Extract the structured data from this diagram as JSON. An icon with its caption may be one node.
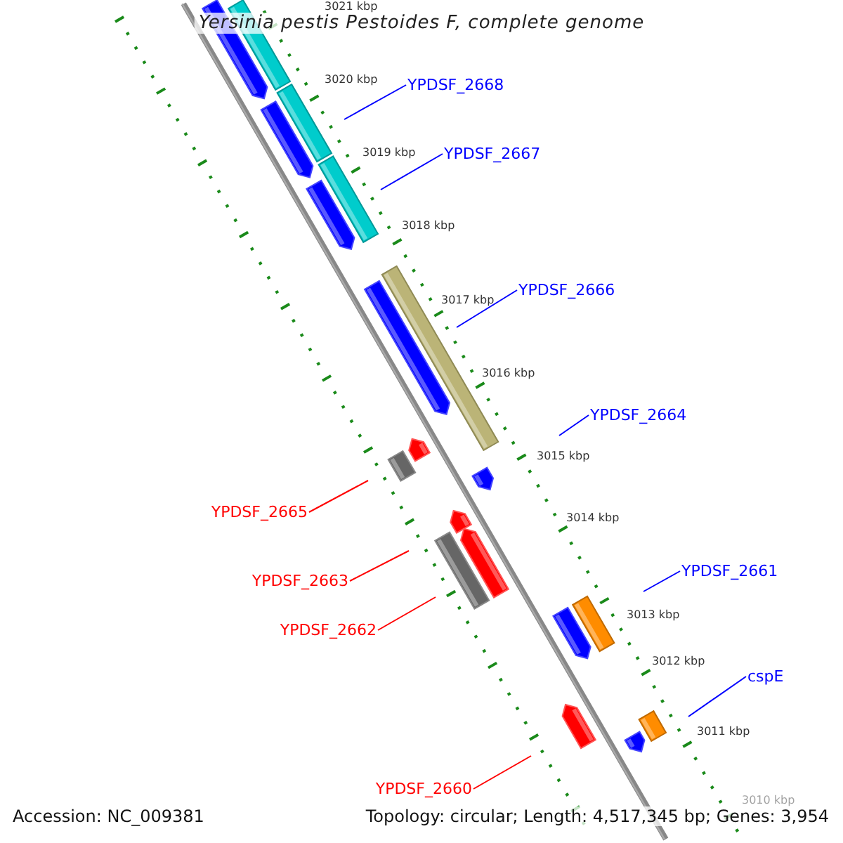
{
  "diagram": {
    "title": "Yersinia pestis Pestoides F, complete genome",
    "nodes": [
      {
        "text": [
          "YPDSF_2668"
        ]
      },
      {
        "text": [
          "YPDSF_2667"
        ]
      },
      {
        "text": [
          "YPDSF_2666"
        ]
      },
      {
        "text": [
          "YPDSF_2664"
        ]
      },
      {
        "text": [
          "YPDSF_2665"
        ]
      },
      {
        "text": [
          "YPDSF_2661"
        ]
      },
      {
        "text": [
          "YPDSF_2663"
        ]
      },
      {
        "text": [
          "YPDSF_2662"
        ]
      },
      {
        "text": [
          "cspE"
        ]
      },
      {
        "text": [
          "YPDSF_2660"
        ]
      }
    ],
    "edges": [
      {
        "from": 0,
        "to": null,
        "arrow": "none"
      },
      {
        "from": 1,
        "to": null,
        "arrow": "none"
      },
      {
        "from": 2,
        "to": null,
        "arrow": "none"
      },
      {
        "from": 3,
        "to": null,
        "arrow": "none"
      },
      {
        "from": 4,
        "to": null,
        "arrow": "none",
        "color": "#ff0000"
      },
      {
        "from": 5,
        "to": null,
        "arrow": "none"
      },
      {
        "from": 6,
        "to": null,
        "arrow": "none",
        "color": "#ff0000"
      },
      {
        "from": 7,
        "to": null,
        "arrow": "none",
        "color": "#ff0000"
      },
      {
        "from": 8,
        "to": null,
        "arrow": "none"
      },
      {
        "from": 9,
        "to": null,
        "arrow": "none",
        "color": "#ff0000"
      }
    ],
    "labels": [
      "3021 kbp",
      "3020 kbp",
      "3019 kbp",
      "3018 kbp",
      "3017 kbp",
      "3016 kbp",
      "3015 kbp",
      "3014 kbp",
      "3013 kbp",
      "3012 kbp",
      "3011 kbp",
      "3010 kbp",
      "Accession: NC_009381",
      "Topology: circular; Length: 4,517,345 bp; Genes: 3,954"
    ]
  }
}
